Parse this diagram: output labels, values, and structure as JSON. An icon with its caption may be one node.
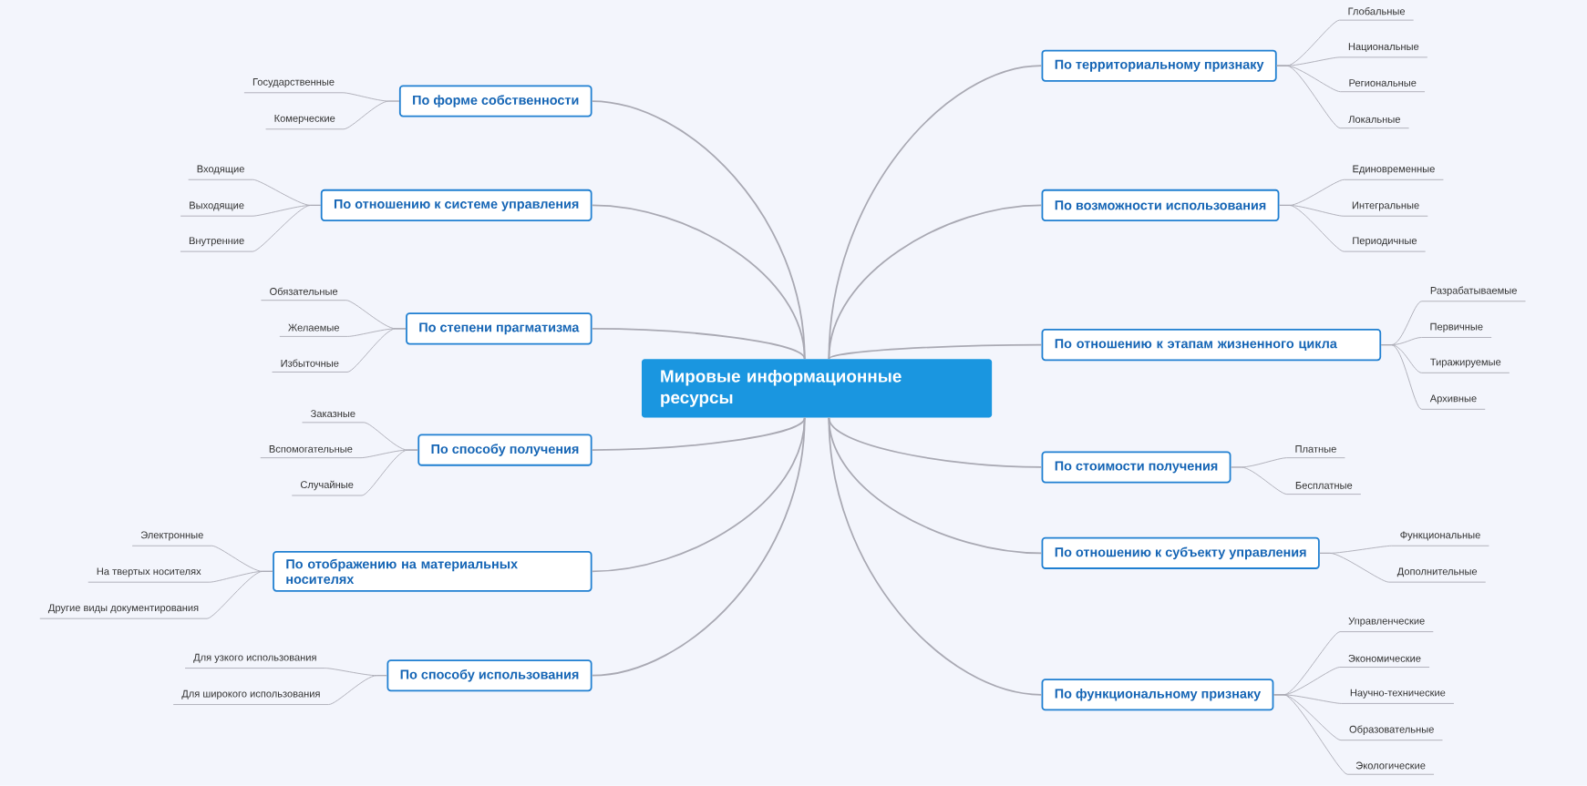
{
  "diagram": {
    "nodes": [
      {
        "text": [
          "Мировые информационные ресурсы"
        ]
      },
      {
        "text": [
          "По форме собственности"
        ]
      },
      {
        "text": [
          "Государственные"
        ]
      },
      {
        "text": [
          "Комерческие"
        ]
      },
      {
        "text": [
          "По отношению к системе управления"
        ]
      },
      {
        "text": [
          "Входящие"
        ]
      },
      {
        "text": [
          "Выходящие"
        ]
      },
      {
        "text": [
          "Внутренние"
        ]
      },
      {
        "text": [
          "По степени прагматизма"
        ]
      },
      {
        "text": [
          "Обязательные"
        ]
      },
      {
        "text": [
          "Желаемые"
        ]
      },
      {
        "text": [
          "Избыточные"
        ]
      },
      {
        "text": [
          "По способу получения"
        ]
      },
      {
        "text": [
          "Заказные"
        ]
      },
      {
        "text": [
          "Вспомогательные"
        ]
      },
      {
        "text": [
          "Случайные"
        ]
      },
      {
        "text": [
          "По отображению на материальных носителях"
        ]
      },
      {
        "text": [
          "Электронные"
        ]
      },
      {
        "text": [
          "На твертых носителях"
        ]
      },
      {
        "text": [
          "Другие виды документирования"
        ]
      },
      {
        "text": [
          "По способу использования"
        ]
      },
      {
        "text": [
          "Для узкого использования"
        ]
      },
      {
        "text": [
          "Для широкого использования"
        ]
      },
      {
        "text": [
          "По территориальному признаку"
        ]
      },
      {
        "text": [
          "Глобальные"
        ]
      },
      {
        "text": [
          "Национальные"
        ]
      },
      {
        "text": [
          "Региональные"
        ]
      },
      {
        "text": [
          "Локальные"
        ]
      },
      {
        "text": [
          "По возможности использования"
        ]
      },
      {
        "text": [
          "Единовременные"
        ]
      },
      {
        "text": [
          "Интегральные"
        ]
      },
      {
        "text": [
          "Периодичные"
        ]
      },
      {
        "text": [
          "По отношению к этапам жизненного цикла"
        ]
      },
      {
        "text": [
          "Разрабатываемые"
        ]
      },
      {
        "text": [
          "Первичные"
        ]
      },
      {
        "text": [
          "Тиражируемые"
        ]
      },
      {
        "text": [
          "Архивные"
        ]
      },
      {
        "text": [
          "По стоимости получения"
        ]
      },
      {
        "text": [
          "Платные"
        ]
      },
      {
        "text": [
          "Бесплатные"
        ]
      },
      {
        "text": [
          "По отношению к субъекту управления"
        ]
      },
      {
        "text": [
          "Функциональные"
        ]
      },
      {
        "text": [
          "Дополнительные"
        ]
      },
      {
        "text": [
          "По функциональному признаку"
        ]
      },
      {
        "text": [
          "Управленческие"
        ]
      },
      {
        "text": [
          "Экономические"
        ]
      },
      {
        "text": [
          "Научно-технические"
        ]
      },
      {
        "text": [
          "Образовательные"
        ]
      },
      {
        "text": [
          "Экологические"
        ]
      }
    ],
    "edges": [
      {
        "from": 0,
        "to": 1,
        "arrow": "none"
      },
      {
        "from": 1,
        "to": 2,
        "arrow": "none"
      },
      {
        "from": 1,
        "to": 3,
        "arrow": "none"
      },
      {
        "from": 0,
        "to": 4,
        "arrow": "none"
      },
      {
        "from": 4,
        "to": 5,
        "arrow": "none"
      },
      {
        "from": 4,
        "to": 6,
        "arrow": "none"
      },
      {
        "from": 4,
        "to": 7,
        "arrow": "none"
      },
      {
        "from": 0,
        "to": 8,
        "arrow": "none"
      },
      {
        "from": 8,
        "to": 9,
        "arrow": "none"
      },
      {
        "from": 8,
        "to": 10,
        "arrow": "none"
      },
      {
        "from": 8,
        "to": 11,
        "arrow": "none"
      },
      {
        "from": 0,
        "to": 12,
        "arrow": "none"
      },
      {
        "from": 12,
        "to": 13,
        "arrow": "none"
      },
      {
        "from": 12,
        "to": 14,
        "arrow": "none"
      },
      {
        "from": 12,
        "to": 15,
        "arrow": "none"
      },
      {
        "from": 0,
        "to": 16,
        "arrow": "none"
      },
      {
        "from": 16,
        "to": 17,
        "arrow": "none"
      },
      {
        "from": 16,
        "to": 18,
        "arrow": "none"
      },
      {
        "from": 16,
        "to": 19,
        "arrow": "none"
      },
      {
        "from": 0,
        "to": 20,
        "arrow": "none"
      },
      {
        "from": 20,
        "to": 21,
        "arrow": "none"
      },
      {
        "from": 20,
        "to": 22,
        "arrow": "none"
      },
      {
        "from": 0,
        "to": 23,
        "arrow": "none"
      },
      {
        "from": 23,
        "to": 24,
        "arrow": "none"
      },
      {
        "from": 23,
        "to": 25,
        "arrow": "none"
      },
      {
        "from": 23,
        "to": 26,
        "arrow": "none"
      },
      {
        "from": 23,
        "to": 27,
        "arrow": "none"
      },
      {
        "from": 0,
        "to": 28,
        "arrow": "none"
      },
      {
        "from": 28,
        "to": 29,
        "arrow": "none"
      },
      {
        "from": 28,
        "to": 30,
        "arrow": "none"
      },
      {
        "from": 28,
        "to": 31,
        "arrow": "none"
      },
      {
        "from": 0,
        "to": 32,
        "arrow": "none"
      },
      {
        "from": 32,
        "to": 33,
        "arrow": "none"
      },
      {
        "from": 32,
        "to": 34,
        "arrow": "none"
      },
      {
        "from": 32,
        "to": 35,
        "arrow": "none"
      },
      {
        "from": 32,
        "to": 36,
        "arrow": "none"
      },
      {
        "from": 0,
        "to": 37,
        "arrow": "none"
      },
      {
        "from": 37,
        "to": 38,
        "arrow": "none"
      },
      {
        "from": 37,
        "to": 39,
        "arrow": "none"
      },
      {
        "from": 0,
        "to": 40,
        "arrow": "none"
      },
      {
        "from": 40,
        "to": 41,
        "arrow": "none"
      },
      {
        "from": 40,
        "to": 42,
        "arrow": "none"
      },
      {
        "from": 0,
        "to": 43,
        "arrow": "none"
      },
      {
        "from": 43,
        "to": 44,
        "arrow": "none"
      },
      {
        "from": 43,
        "to": 45,
        "arrow": "none"
      },
      {
        "from": 43,
        "to": 46,
        "arrow": "none"
      },
      {
        "from": 43,
        "to": 47,
        "arrow": "none"
      },
      {
        "from": 43,
        "to": 48,
        "arrow": "none"
      }
    ]
  }
}
